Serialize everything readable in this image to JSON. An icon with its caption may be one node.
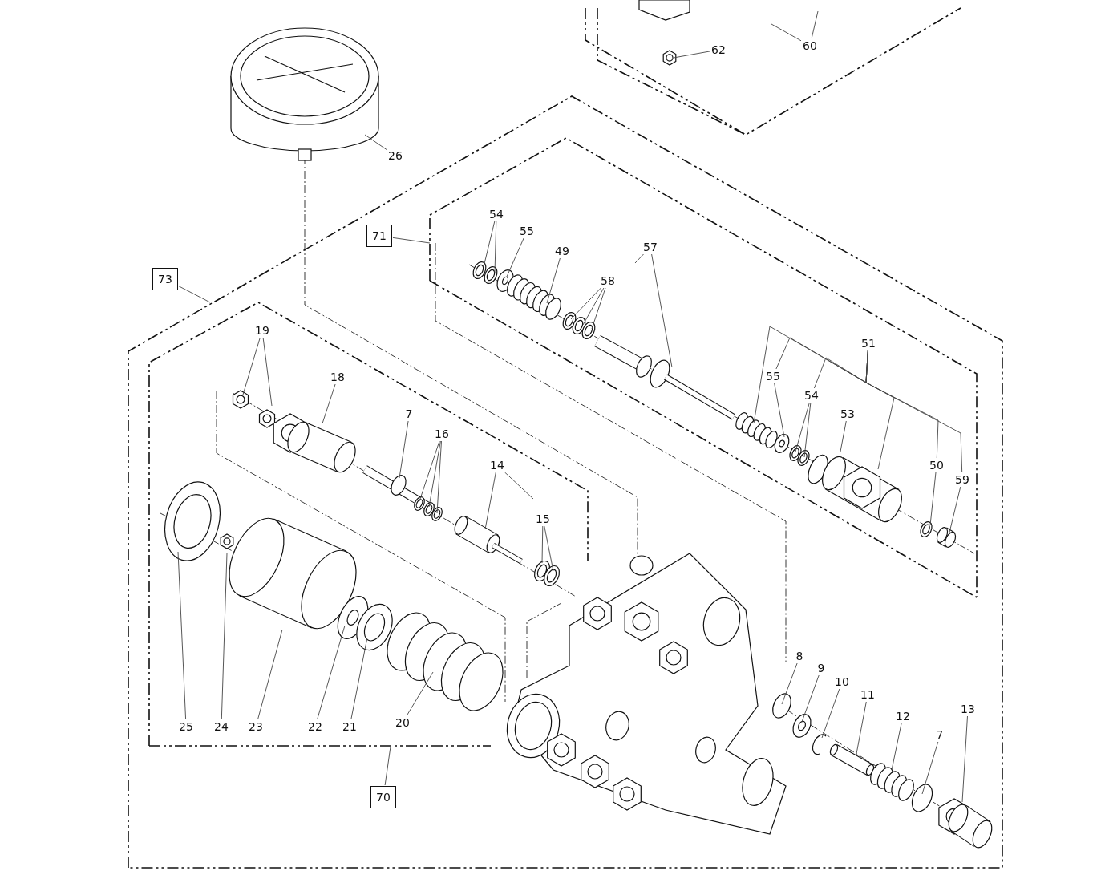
{
  "diagram": {
    "nodes": [
      {
        "text": [
          "62"
        ]
      },
      {
        "text": [
          "60"
        ]
      },
      {
        "text": [
          "26"
        ]
      },
      {
        "text": [
          "54"
        ]
      },
      {
        "text": [
          "55"
        ]
      },
      {
        "text": [
          "71"
        ]
      },
      {
        "text": [
          "57"
        ]
      },
      {
        "text": [
          "49"
        ]
      },
      {
        "text": [
          "73"
        ]
      },
      {
        "text": [
          "58"
        ]
      },
      {
        "text": [
          "19"
        ]
      },
      {
        "text": [
          "51"
        ]
      },
      {
        "text": [
          "55"
        ]
      },
      {
        "text": [
          "18"
        ]
      },
      {
        "text": [
          "54"
        ]
      },
      {
        "text": [
          "7"
        ]
      },
      {
        "text": [
          "53"
        ]
      },
      {
        "text": [
          "16"
        ]
      },
      {
        "text": [
          "14"
        ]
      },
      {
        "text": [
          "50"
        ]
      },
      {
        "text": [
          "59"
        ]
      },
      {
        "text": [
          "15"
        ]
      },
      {
        "text": [
          "8"
        ]
      },
      {
        "text": [
          "9"
        ]
      },
      {
        "text": [
          "10"
        ]
      },
      {
        "text": [
          "11"
        ]
      },
      {
        "text": [
          "13"
        ]
      },
      {
        "text": [
          "12"
        ]
      },
      {
        "text": [
          "25"
        ]
      },
      {
        "text": [
          "24"
        ]
      },
      {
        "text": [
          "23"
        ]
      },
      {
        "text": [
          "22"
        ]
      },
      {
        "text": [
          "21"
        ]
      },
      {
        "text": [
          "20"
        ]
      },
      {
        "text": [
          "7"
        ]
      },
      {
        "text": [
          "70"
        ]
      }
    ],
    "edges": [
      {
        "from": 0,
        "to": null,
        "arrow": "none"
      },
      {
        "from": 1,
        "to": null,
        "arrow": "none"
      },
      {
        "from": 1,
        "to": null,
        "arrow": "none"
      },
      {
        "from": 2,
        "to": null,
        "arrow": "none"
      },
      {
        "from": 3,
        "to": null,
        "arrow": "none"
      },
      {
        "from": 3,
        "to": null,
        "arrow": "none"
      },
      {
        "from": 4,
        "to": null,
        "arrow": "none"
      },
      {
        "from": 5,
        "to": null,
        "arrow": "none"
      },
      {
        "from": 6,
        "to": null,
        "arrow": "none"
      },
      {
        "from": 6,
        "to": null,
        "arrow": "none"
      },
      {
        "from": 7,
        "to": null,
        "arrow": "none"
      },
      {
        "from": 8,
        "to": null,
        "arrow": "none"
      },
      {
        "from": 9,
        "to": null,
        "arrow": "none"
      },
      {
        "from": 9,
        "to": null,
        "arrow": "none"
      },
      {
        "from": 9,
        "to": null,
        "arrow": "none"
      },
      {
        "from": 10,
        "to": null,
        "arrow": "none"
      },
      {
        "from": 10,
        "to": null,
        "arrow": "none"
      },
      {
        "from": 11,
        "to": null,
        "arrow": "none"
      },
      {
        "from": 11,
        "to": 12,
        "arrow": "none"
      },
      {
        "from": 11,
        "to": 14,
        "arrow": "none"
      },
      {
        "from": 11,
        "to": null,
        "arrow": "none"
      },
      {
        "from": 11,
        "to": 19,
        "arrow": "none"
      },
      {
        "from": 11,
        "to": 20,
        "arrow": "none"
      },
      {
        "from": 12,
        "to": null,
        "arrow": "none"
      },
      {
        "from": 13,
        "to": null,
        "arrow": "none"
      },
      {
        "from": 14,
        "to": null,
        "arrow": "none"
      },
      {
        "from": 14,
        "to": null,
        "arrow": "none"
      },
      {
        "from": 15,
        "to": null,
        "arrow": "none"
      },
      {
        "from": 16,
        "to": null,
        "arrow": "none"
      },
      {
        "from": 17,
        "to": null,
        "arrow": "none"
      },
      {
        "from": 17,
        "to": null,
        "arrow": "none"
      },
      {
        "from": 17,
        "to": null,
        "arrow": "none"
      },
      {
        "from": 18,
        "to": null,
        "arrow": "none"
      },
      {
        "from": 18,
        "to": null,
        "arrow": "none"
      },
      {
        "from": 19,
        "to": null,
        "arrow": "none"
      },
      {
        "from": 20,
        "to": null,
        "arrow": "none"
      },
      {
        "from": 21,
        "to": null,
        "arrow": "none"
      },
      {
        "from": 21,
        "to": null,
        "arrow": "none"
      },
      {
        "from": 22,
        "to": null,
        "arrow": "none"
      },
      {
        "from": 23,
        "to": null,
        "arrow": "none"
      },
      {
        "from": 24,
        "to": null,
        "arrow": "none"
      },
      {
        "from": 25,
        "to": null,
        "arrow": "none"
      },
      {
        "from": 26,
        "to": null,
        "arrow": "none"
      },
      {
        "from": 27,
        "to": null,
        "arrow": "none"
      },
      {
        "from": 28,
        "to": null,
        "arrow": "none"
      },
      {
        "from": 29,
        "to": null,
        "arrow": "none"
      },
      {
        "from": 30,
        "to": null,
        "arrow": "none"
      },
      {
        "from": 31,
        "to": null,
        "arrow": "none"
      },
      {
        "from": 32,
        "to": null,
        "arrow": "none"
      },
      {
        "from": 33,
        "to": null,
        "arrow": "none"
      },
      {
        "from": 34,
        "to": null,
        "arrow": "none"
      },
      {
        "from": 35,
        "to": null,
        "arrow": "none"
      }
    ]
  }
}
